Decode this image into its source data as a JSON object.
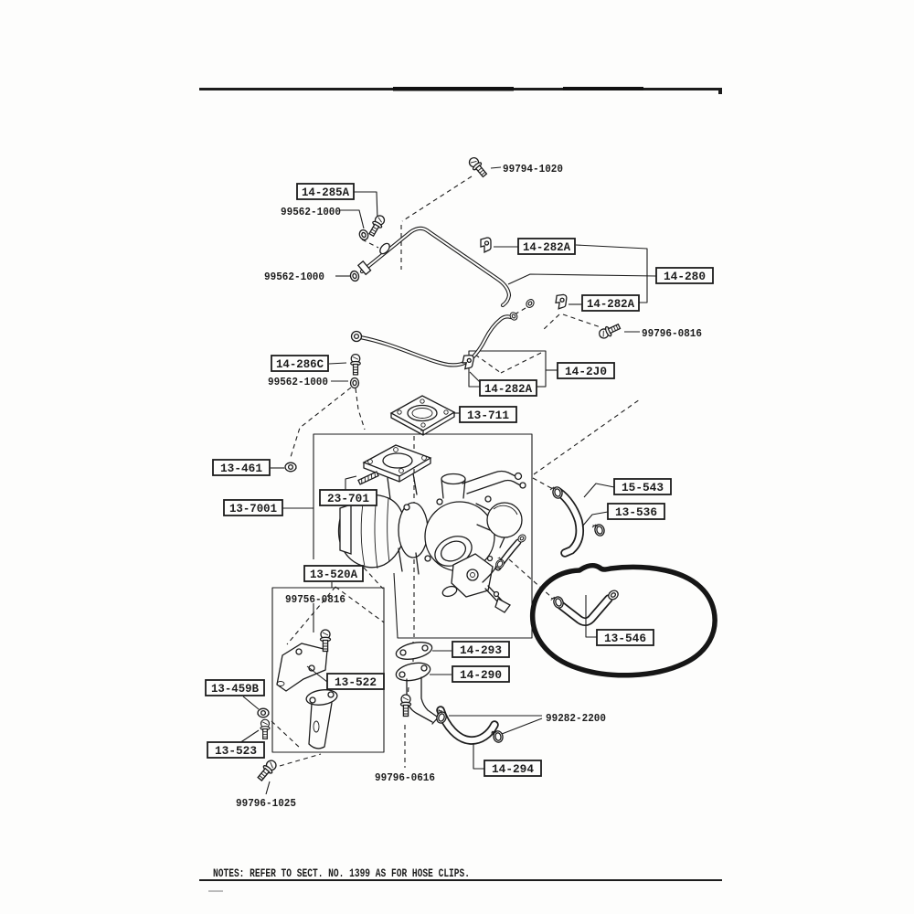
{
  "document": {
    "note": "NOTES: REFER TO SECT. NO. 1399 AS FOR HOSE CLIPS.",
    "hand_circle_around": "13-546"
  },
  "colors": {
    "ink": "#1c1c1c",
    "paper": "#fdfdfc"
  },
  "parts": {
    "boxed": {
      "14-285A": "14-285A",
      "14-282A": "14-282A",
      "14-280": "14-280",
      "14-286C": "14-286C",
      "14-2J0": "14-2J0",
      "13-711": "13-711",
      "13-461": "13-461",
      "23-701": "23-701",
      "13-7001": "13-7001",
      "13-520A": "13-520A",
      "15-543": "15-543",
      "13-536": "13-536",
      "13-546": "13-546",
      "14-293": "14-293",
      "14-290": "14-290",
      "13-522": "13-522",
      "13-459B": "13-459B",
      "13-523": "13-523",
      "14-294": "14-294"
    },
    "plain": {
      "99794-1020": "99794-1020",
      "99562-1000": "99562-1000",
      "99796-0816": "99796-0816",
      "99756-0816": "99756-0816",
      "99282-2200": "99282-2200",
      "99796-0616": "99796-0616",
      "99796-1025": "99796-1025"
    }
  }
}
